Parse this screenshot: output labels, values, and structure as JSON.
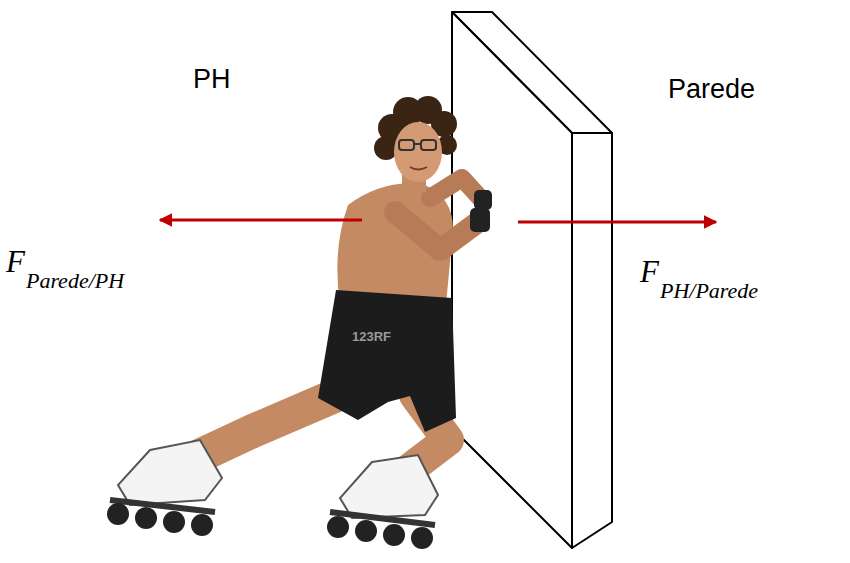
{
  "diagram": {
    "labels": [
      "PH",
      "Parede",
      "F",
      "Parede/PH",
      "F",
      "PH/Parede",
      "123RF"
    ]
  }
}
